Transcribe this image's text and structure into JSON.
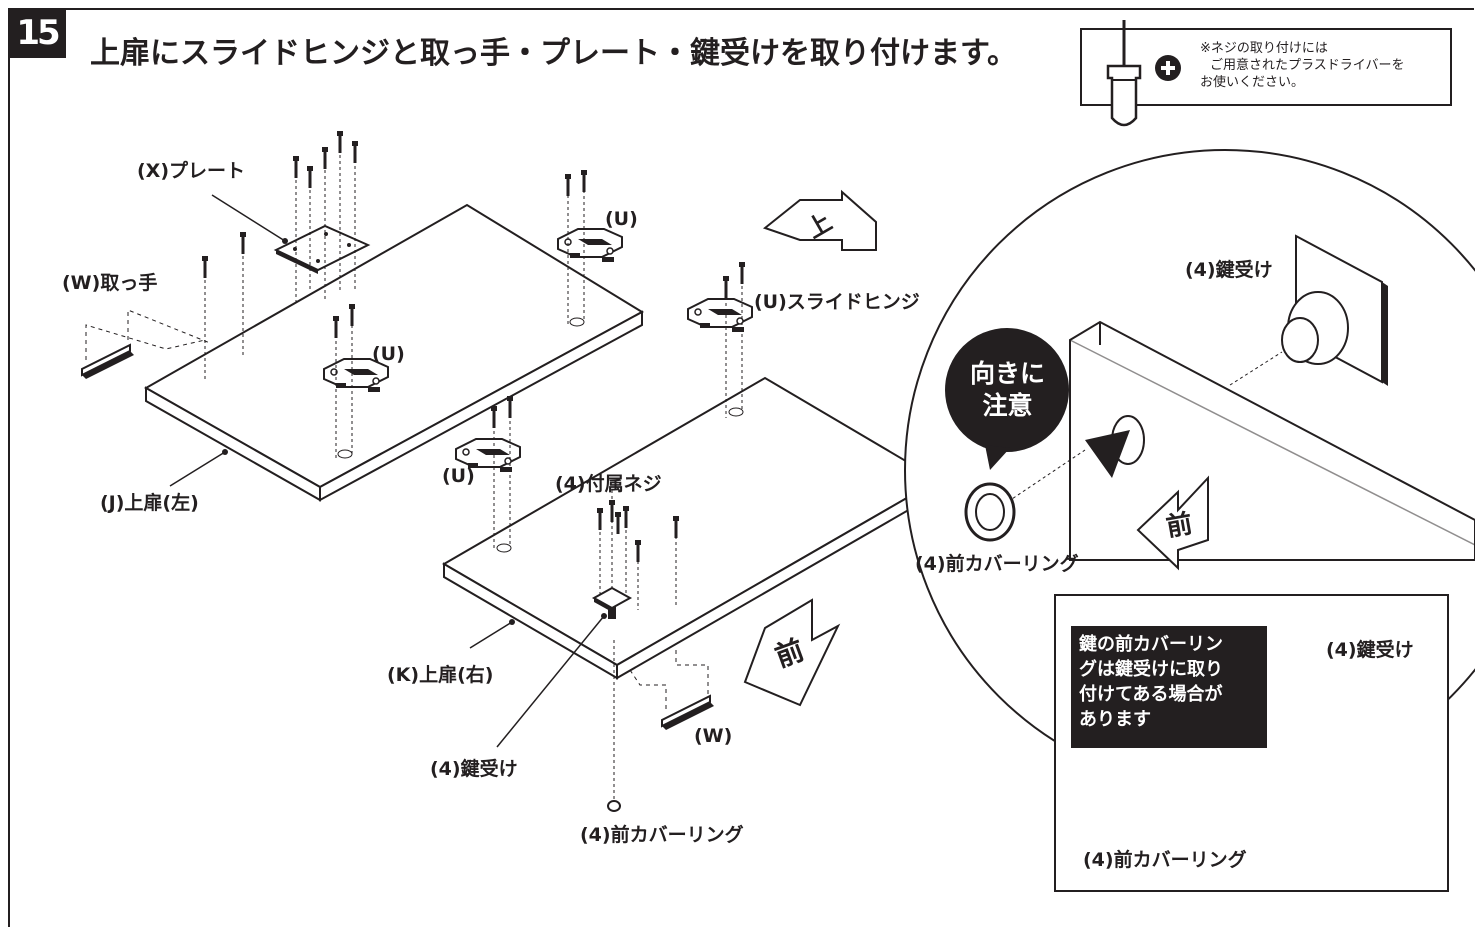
{
  "step": {
    "number": "15",
    "title": "上扉にスライドヒンジと取っ手・プレート・鍵受けを取り付けます。"
  },
  "screw_note": {
    "lines": [
      "※ネジの取り付けには",
      "ご用意されたプラスドライバーを",
      "お使いください。"
    ],
    "icons": [
      "screwdriver-icon",
      "plus-icon"
    ]
  },
  "labels": {
    "plate_x": "(X)プレート",
    "handle_w_left": "(W)取っ手",
    "hinge_u_top": "(U)",
    "hinge_u_middle": "(U)",
    "hinge_u_bottom": "(U)",
    "slide_hinge_u": "(U)スライドヒンジ",
    "door_j": "(J)上扉(左)",
    "door_k": "(K)上扉(右)",
    "screws_4": "(4)付属ネジ",
    "lock_receiver_main": "(4)鍵受け",
    "cover_ring_main": "(4)前カバーリング",
    "handle_w_right": "(W)"
  },
  "arrows": {
    "top_arrow": "上",
    "front_arrow_main": "前",
    "front_arrow_detail": "前"
  },
  "detail_circle": {
    "lock_receiver": "(4)鍵受け",
    "cover_ring": "(4)前カバーリング",
    "warning_lines": [
      "向きに",
      "注意"
    ]
  },
  "inset": {
    "callout_lines": [
      "鍵の前カバーリン",
      "グは鍵受けに取り",
      "付けてある場合が",
      "あります"
    ],
    "lock_receiver": "(4)鍵受け",
    "cover_ring": "(4)前カバーリング"
  },
  "colors": {
    "ink": "#231f20",
    "paper": "#ffffff",
    "callout_bg": "#231f20"
  }
}
